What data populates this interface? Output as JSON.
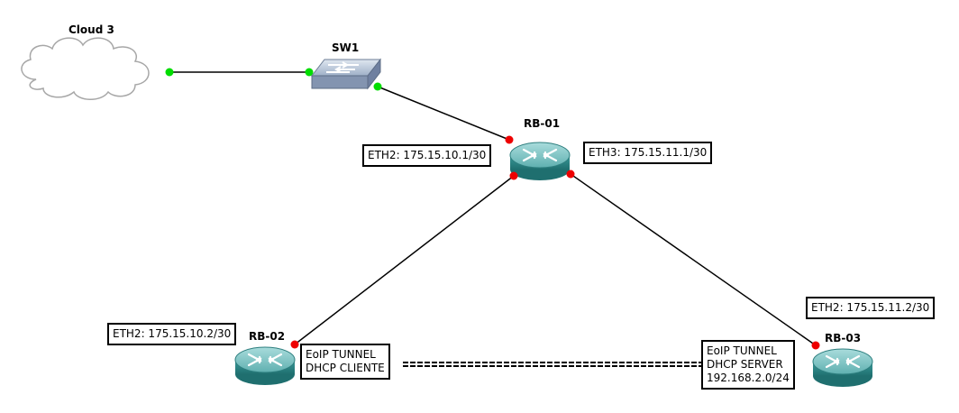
{
  "nodes": {
    "cloud": {
      "label": "Cloud 3"
    },
    "switch": {
      "label": "SW1"
    },
    "rb01": {
      "label": "RB-01"
    },
    "rb02": {
      "label": "RB-02"
    },
    "rb03": {
      "label": "RB-03"
    }
  },
  "interfaces": {
    "rb01_eth2": "ETH2: 175.15.10.1/30",
    "rb01_eth3": "ETH3: 175.15.11.1/30",
    "rb02_eth2": "ETH2: 175.15.10.2/30",
    "rb03_eth2": "ETH2: 175.15.11.2/30"
  },
  "tunnel_notes": {
    "client": {
      "line1": "EoIP TUNNEL",
      "line2": "DHCP CLIENTE"
    },
    "server": {
      "line1": "EoIP TUNNEL",
      "line2": "DHCP SERVER",
      "line3": "192.168.2.0/24"
    }
  },
  "colors": {
    "link": "#000000",
    "port_up": "#00dd00",
    "port_down": "#ee0000",
    "router_body": "#2e8b8b",
    "router_top": "#7fc9c9",
    "switch_body": "#8a9bb5"
  }
}
